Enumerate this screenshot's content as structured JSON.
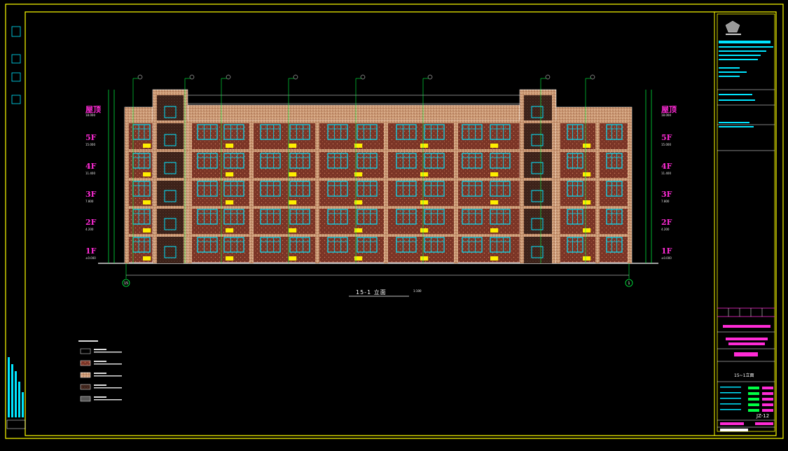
{
  "drawing": {
    "title": "15-1 立面",
    "scale": "1:100",
    "axis_left": "15",
    "axis_right": "1"
  },
  "floors": [
    {
      "label": "屋顶",
      "elev": "18.000"
    },
    {
      "label": "5F",
      "elev": "15.000"
    },
    {
      "label": "4F",
      "elev": "11.400"
    },
    {
      "label": "3F",
      "elev": "7.800"
    },
    {
      "label": "2F",
      "elev": "4.200"
    },
    {
      "label": "1F",
      "elev": "±0.000"
    }
  ],
  "titleblock": {
    "sheet_name": "15~1立面",
    "sheet_no": "JZ-12"
  },
  "colors": {
    "frame": "#ffff00",
    "facade": "#8c3a2a",
    "window": "#00e5ff",
    "dim": "#00ff44",
    "label": "#ff2bd6",
    "sill": "#ffee00"
  }
}
